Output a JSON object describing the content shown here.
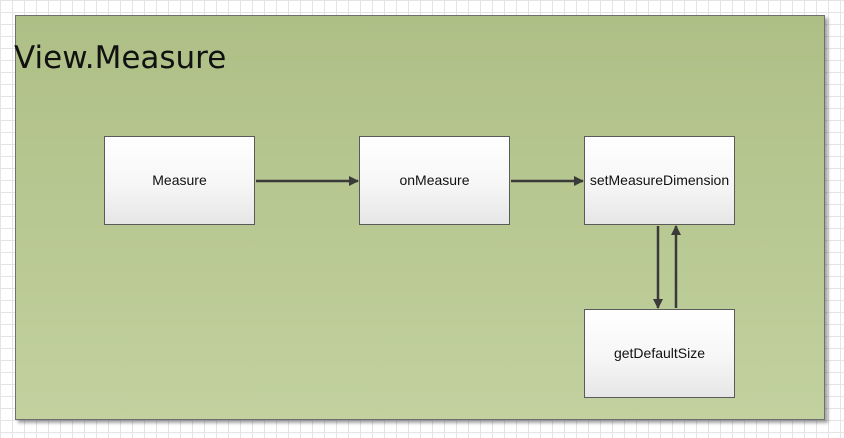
{
  "title": "View.Measure",
  "nodes": {
    "measure": "Measure",
    "on_measure": "onMeasure",
    "set_measure_dimension": "setMeasureDimension",
    "get_default_size": "getDefaultSize"
  },
  "colors": {
    "container_fill": "#b5c58d",
    "box_border": "#5a5a5a",
    "arrow": "#3a3a3a"
  }
}
